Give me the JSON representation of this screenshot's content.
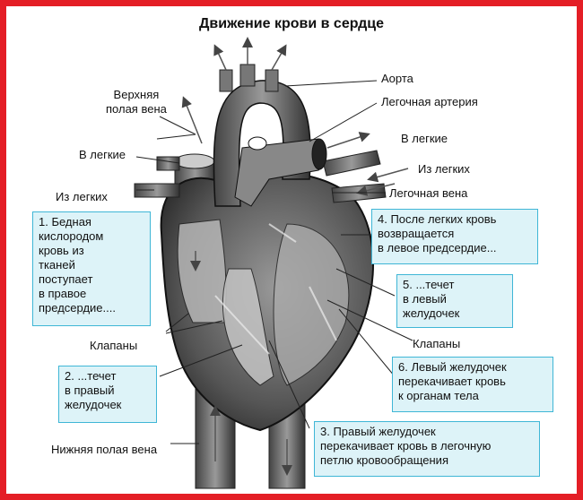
{
  "title": "Движение крови в сердце",
  "labels": {
    "aorta": "Аорта",
    "pulmonary_artery": "Легочная артерия",
    "to_lungs_right": "В легкие",
    "from_lungs_right": "Из легких",
    "pulmonary_vein": "Легочная вена",
    "superior_vena_cava": "Верхняя\nполая вена",
    "to_lungs_left": "В легкие",
    "from_lungs_left": "Из легких",
    "valves_left": "Клапаны",
    "valves_right": "Клапаны",
    "inferior_vena_cava": "Нижняя полая вена"
  },
  "steps": [
    {
      "text": "1. Бедная\nкислородом\nкровь из\nтканей\nпоступает\nв правое\nпредсердие...."
    },
    {
      "text": "2. ...течет\nв правый\nжелудочек"
    },
    {
      "text": "3. Правый желудочек\nперекачивает кровь в легочную\nпетлю кровообращения"
    },
    {
      "text": "4. После легких кровь\nвозвращается\nв левое предсердие..."
    },
    {
      "text": "5. ...течет\nв левый\nжелудочек"
    },
    {
      "text": "6. Левый желудочек\nперекачивает кровь\nк органам тела"
    }
  ],
  "colors": {
    "frame": "#e41e26",
    "box_fill": "#ddf3f8",
    "box_border": "#3fb6d6"
  }
}
